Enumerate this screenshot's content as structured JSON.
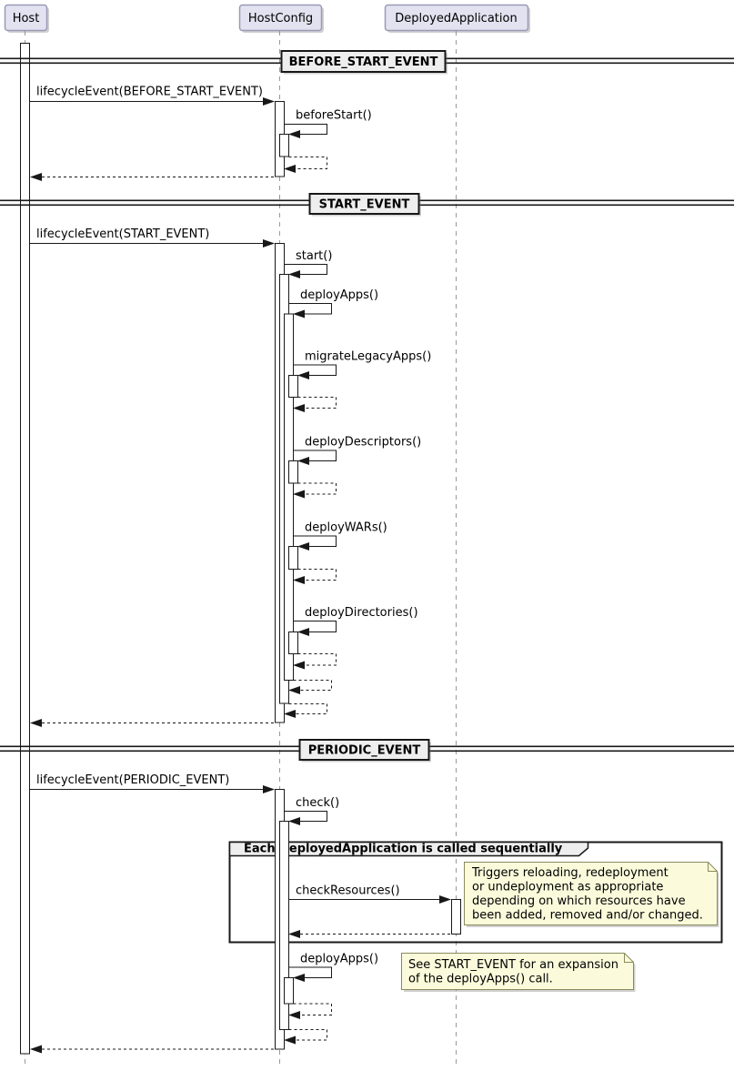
{
  "participants": [
    {
      "label": "Host"
    },
    {
      "label": "HostConfig"
    },
    {
      "label": "DeployedApplication"
    }
  ],
  "dividers": [
    {
      "label": "BEFORE_START_EVENT"
    },
    {
      "label": "START_EVENT"
    },
    {
      "label": "PERIODIC_EVENT"
    }
  ],
  "messages": {
    "lifecycle_before_start": "lifecycleEvent(BEFORE_START_EVENT)",
    "before_start": "beforeStart()",
    "lifecycle_start": "lifecycleEvent(START_EVENT)",
    "start": "start()",
    "deploy_apps": "deployApps()",
    "migrate_legacy_apps": "migrateLegacyApps()",
    "deploy_descriptors": "deployDescriptors()",
    "deploy_wars": "deployWARs()",
    "deploy_directories": "deployDirectories()",
    "lifecycle_periodic": "lifecycleEvent(PERIODIC_EVENT)",
    "check": "check()",
    "check_resources": "checkResources()",
    "deploy_apps_periodic": "deployApps()"
  },
  "group": {
    "title": "Each DeployedApplication is called sequentially"
  },
  "notes": [
    {
      "lines": [
        "Triggers reloading, redeployment",
        "or undeployment as appropriate",
        "depending on which resources have",
        "been added, removed and/or changed."
      ]
    },
    {
      "lines": [
        "See START_EVENT for an expansion",
        "of the deployApps() call."
      ]
    }
  ],
  "colors": {
    "background": "#FFFFFF",
    "line": "#181818",
    "lifeline": "#999999",
    "activation_fill": "#FFFFFF",
    "divider_fill": "#EEEEEE",
    "participant_fill": "#E2E2F0",
    "participant_border": "#9A9AB8",
    "note_fill": "#FBFBDC",
    "note_border": "#8A8A5C"
  }
}
